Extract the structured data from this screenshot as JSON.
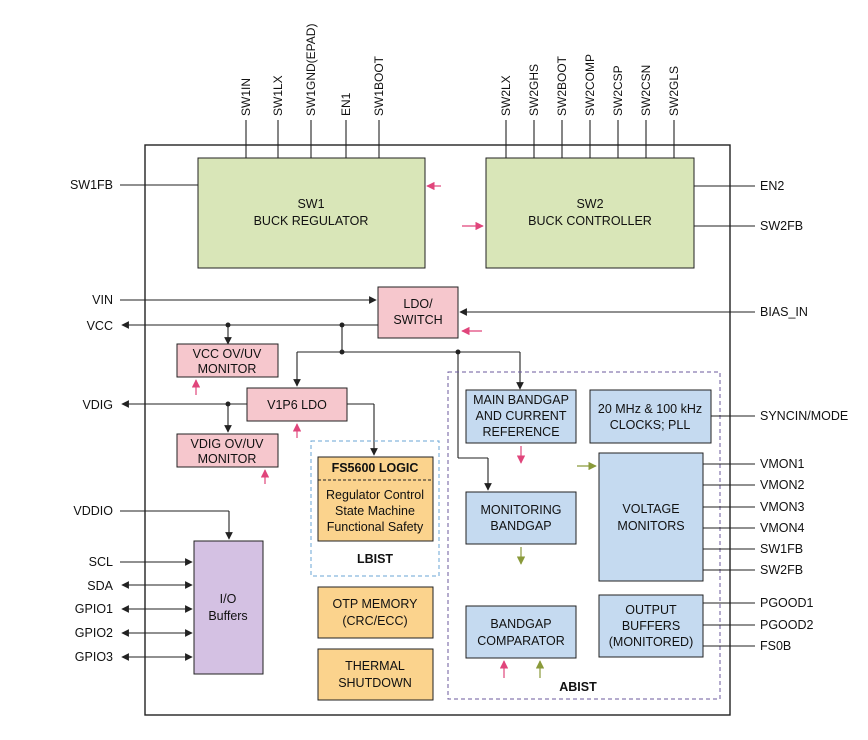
{
  "top_pins": {
    "sw1": [
      "SW1IN",
      "SW1LX",
      "SW1GND(EPAD)",
      "EN1",
      "SW1BOOT"
    ],
    "sw2": [
      "SW2LX",
      "SW2GHS",
      "SW2BOOT",
      "SW2COMP",
      "SW2CSP",
      "SW2CSN",
      "SW2GLS"
    ]
  },
  "blocks": {
    "sw1": [
      "SW1",
      "BUCK REGULATOR"
    ],
    "sw2": [
      "SW2",
      "BUCK CONTROLLER"
    ],
    "ldo_switch": [
      "LDO/",
      "SWITCH"
    ],
    "vcc_monitor": [
      "VCC OV/UV",
      "MONITOR"
    ],
    "v1p6_ldo": "V1P6 LDO",
    "vdig_monitor": [
      "VDIG OV/UV",
      "MONITOR"
    ],
    "logic_title": "FS5600 LOGIC",
    "logic_body": [
      "Regulator Control",
      "State Machine",
      "Functional Safety"
    ],
    "lbist": "LBIST",
    "io_buffers": [
      "I/O",
      "Buffers"
    ],
    "otp": [
      "OTP MEMORY",
      "(CRC/ECC)"
    ],
    "thermal": [
      "THERMAL",
      "SHUTDOWN"
    ],
    "main_bandgap": [
      "MAIN BANDGAP",
      "AND CURRENT",
      "REFERENCE"
    ],
    "clocks": [
      "20 MHz & 100 kHz",
      "CLOCKS; PLL"
    ],
    "monitoring_bandgap": [
      "MONITORING",
      "BANDGAP"
    ],
    "voltage_monitors": [
      "VOLTAGE",
      "MONITORS"
    ],
    "bandgap_comparator": [
      "BANDGAP",
      "COMPARATOR"
    ],
    "output_buffers": [
      "OUTPUT",
      "BUFFERS",
      "(MONITORED)"
    ],
    "abist": "ABIST"
  },
  "left_pins": [
    "SW1FB",
    "VIN",
    "VCC",
    "VDIG",
    "VDDIO",
    "SCL",
    "SDA",
    "GPIO1",
    "GPIO2",
    "GPIO3"
  ],
  "right_pins": [
    "EN2",
    "SW2FB",
    "BIAS_IN",
    "SYNCIN/MODE",
    "VMON1",
    "VMON2",
    "VMON3",
    "VMON4",
    "SW1FB",
    "SW2FB",
    "PGOOD1",
    "PGOOD2",
    "FS0B"
  ],
  "colors": {
    "sw_block": "#d9e6b8",
    "pink_block": "#f6c7cd",
    "logic_block": "#fbd38d",
    "io_block": "#d4c1e3",
    "blue_block": "#c5daf0",
    "red_arrow": "#e0457b",
    "olive_arrow": "#8a9a3a",
    "dashed_blue": "#6aa6d6",
    "dashed_purple": "#6b5a9e"
  }
}
